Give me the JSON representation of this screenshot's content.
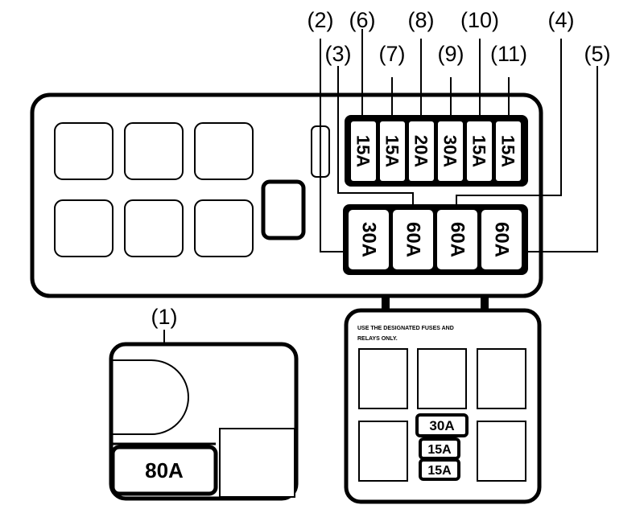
{
  "callouts": {
    "c1": "(1)",
    "c2": "(2)",
    "c3": "(3)",
    "c4": "(4)",
    "c5": "(5)",
    "c6": "(6)",
    "c7": "(7)",
    "c8": "(8)",
    "c9": "(9)",
    "c10": "(10)",
    "c11": "(11)"
  },
  "small_fuses": [
    "15A",
    "15A",
    "20A",
    "30A",
    "15A",
    "15A"
  ],
  "large_fuses": [
    "30A",
    "60A",
    "60A",
    "60A"
  ],
  "main_fuse": "80A",
  "relay_box": {
    "note_line1": "USE THE DESIGNATED FUSES AND",
    "note_line2": "RELAYS ONLY.",
    "fuses": [
      "30A",
      "15A",
      "15A"
    ]
  }
}
